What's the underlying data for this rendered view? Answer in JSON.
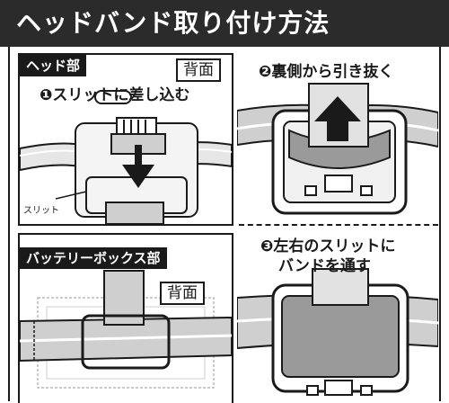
{
  "header": {
    "title": "ヘッドバンド取り付け方法"
  },
  "panel1": {
    "section_label": "ヘッド部",
    "side_label": "背面",
    "step_text": "❶スリットに差し込む",
    "callout": "スリット"
  },
  "panel2": {
    "step_text": "❷裏側から引き抜く"
  },
  "panel3": {
    "section_label": "バッテリーボックス部",
    "side_label": "背面"
  },
  "panel4": {
    "step_line1": "❸左右のスリットに",
    "step_line2": "バンドを通す"
  },
  "colors": {
    "title_bar": "#2b2b2b",
    "strap": "#cfcfcf",
    "strap_dark": "#9a9a9a",
    "outline": "#1a1a1a"
  }
}
